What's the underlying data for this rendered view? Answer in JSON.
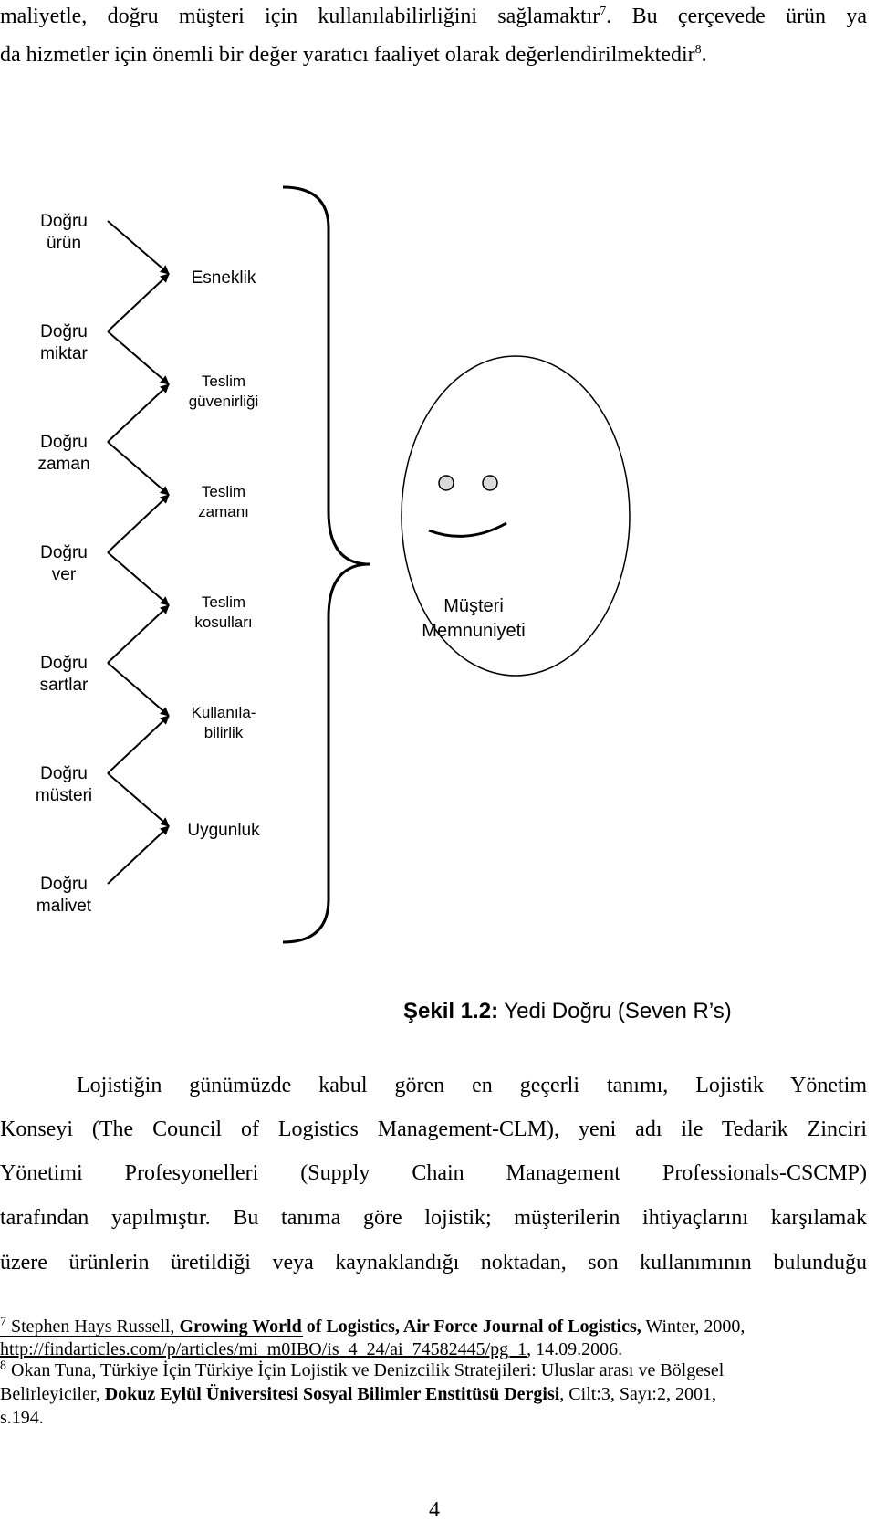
{
  "paragraph_top": {
    "line1_text": "maliyetle, doğru müşteri için kullanılabilirliğini sağlamaktır",
    "line1_sup": "7",
    "line1_tail": ". Bu çerçevede ürün ya",
    "line2_text": "da hizmetler için önemli bir değer yaratıcı faaliyet olarak değerlendirilmektedir",
    "line2_sup": "8",
    "line2_tail": "."
  },
  "figure": {
    "left_nodes": [
      [
        "Doğru",
        "ürün"
      ],
      [
        "Doğru",
        "miktar"
      ],
      [
        "Doğru",
        "zaman"
      ],
      [
        "Doğru",
        "ver"
      ],
      [
        "Doğru",
        "sartlar"
      ],
      [
        "Doğru",
        "müsteri"
      ],
      [
        "Doğru",
        "malivet"
      ]
    ],
    "middle_nodes": [
      [
        "Esneklik"
      ],
      [
        "Teslim",
        "güvenirliği"
      ],
      [
        "Teslim",
        "zamanı"
      ],
      [
        "Teslim",
        "kosulları"
      ],
      [
        "Kullanıla-",
        "bilirlik"
      ],
      [
        "Uygunluk"
      ]
    ],
    "satisfaction_line1": "Müşteri",
    "satisfaction_line2": "Memnuniyeti",
    "caption_label": "Şekil 1.2:",
    "caption_text": " Yedi Doğru (Seven R’s)"
  },
  "paragraph_main": [
    "Lojistiğin günümüzde kabul gören en geçerli tanımı, Lojistik Yönetim",
    "Konseyi (The Council of Logistics Management-CLM), yeni adı ile Tedarik Zinciri",
    "Yönetimi Profesyonelleri (Supply Chain Management Professionals-CSCMP)",
    "tarafından yapılmıştır. Bu tanıma göre lojistik; müşterilerin ihtiyaçlarını karşılamak",
    "üzere ürünlerin üretildiği veya kaynaklandığı noktadan, son kullanımının bulunduğu"
  ],
  "footnotes": {
    "fn7_num": "7",
    "fn7_author": " Stephen Hays Russell, ",
    "fn7_title": "Growing World of Logistics, Air Force Journal of Logistics,",
    "fn7_rest": " Winter, 2000,",
    "fn7_url": "http://findarticles.com/p/articles/mi_m0IBO/is_4_24/ai_74582445/pg_1",
    "fn7_date": ", 14.09.2006.",
    "fn8_num": "8",
    "fn8_line1": " Okan Tuna, Türkiye İçin Türkiye İçin Lojistik ve Denizcilik Stratejileri: Uluslar arası ve Bölgesel",
    "fn8_line2_a": "Belirleyiciler, ",
    "fn8_line2_b": "Dokuz Eylül Üniversitesi Sosyal Bilimler Enstitüsü Dergisi",
    "fn8_line2_c": ", Cilt:3, Sayı:2, 2001,",
    "fn8_line3": "s.194."
  },
  "page_number": "4"
}
